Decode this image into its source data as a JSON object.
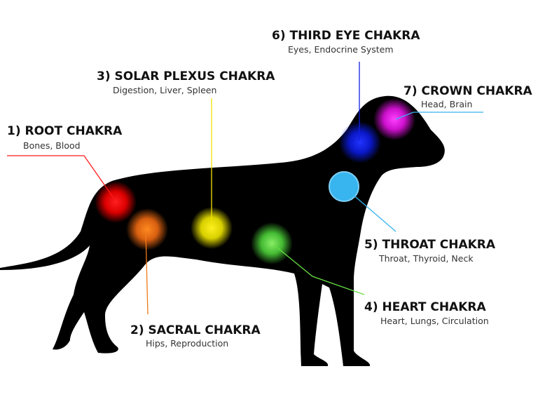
{
  "chakras": [
    {
      "title": "1) ROOT CHAKRA",
      "subtitle": "Bones, Blood",
      "color": "#ff1a1a"
    },
    {
      "title": "2) SACRAL CHAKRA",
      "subtitle": "Hips, Reproduction",
      "color": "#f07a1a"
    },
    {
      "title": "3) SOLAR PLEXUS CHAKRA",
      "subtitle": "Digestion, Liver, Spleen",
      "color": "#f5e400"
    },
    {
      "title": "4) HEART CHAKRA",
      "subtitle": "Heart, Lungs, Circulation",
      "color": "#66dd44"
    },
    {
      "title": "5) THROAT CHAKRA",
      "subtitle": "Throat, Thyroid, Neck",
      "color": "#38b4ee"
    },
    {
      "title": "6) THIRD EYE CHAKRA",
      "subtitle": "Eyes, Endocrine System",
      "color": "#1020e0"
    },
    {
      "title": "7) CROWN CHAKRA",
      "subtitle": "Head, Brain",
      "color": "#e020e0"
    }
  ]
}
